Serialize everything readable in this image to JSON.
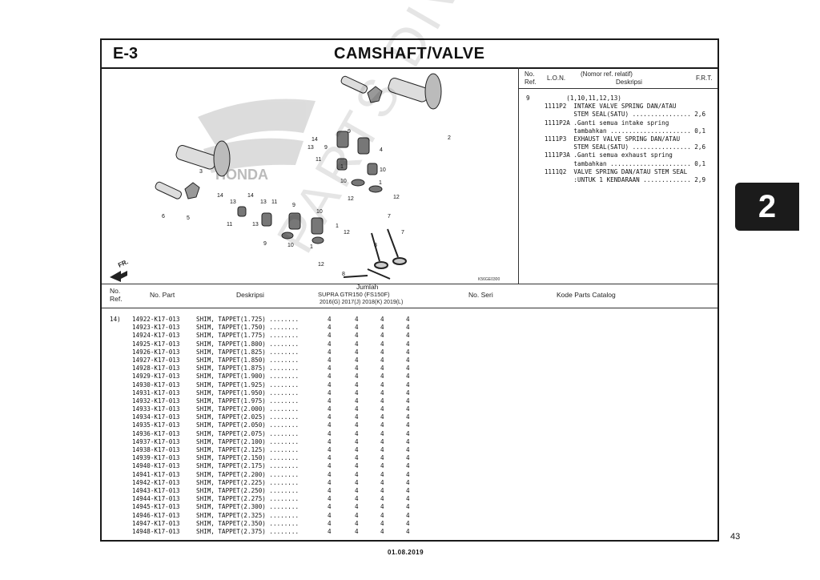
{
  "section": "E-3",
  "title": "CAMSHAFT/VALVE",
  "tab_number": "2",
  "page_number": "43",
  "footer_date": "01.08.2019",
  "watermark": "PARTS DIV.",
  "diagram": {
    "code": "K56GE0300",
    "arrow_label": "FR.",
    "brand": "HONDA",
    "callouts": [
      "14",
      "13",
      "11",
      "13",
      "14",
      "13",
      "11",
      "13",
      "9",
      "10",
      "1",
      "12",
      "12",
      "1",
      "10",
      "9",
      "8",
      "7",
      "7",
      "8",
      "6",
      "5",
      "3",
      "2",
      "4",
      "13",
      "14",
      "11",
      "13",
      "9",
      "10",
      "1",
      "12",
      "12",
      "1",
      "10",
      "9"
    ]
  },
  "ref_table": {
    "col_no": "No.",
    "col_ref": "Ref.",
    "col_lon": "L.O.N.",
    "col_nomor": "(Nomor ref. relatif)",
    "col_deskripsi": "Deskripsi",
    "col_frt": "F.R.T.",
    "lines": [
      "9          (1,10,11,12,13)",
      "     1111P2  INTAKE VALVE SPRING DAN/ATAU",
      "             STEM SEAL(SATU) ................ 2,6",
      "     1111P2A .Ganti semua intake spring",
      "             tambahkan ...................... 0,1",
      "     1111P3  EXHAUST VALVE SPRING DAN/ATAU",
      "             STEM SEAL(SATU) ................ 2,6",
      "     1111P3A .Ganti semua exhaust spring",
      "             tambahkan ...................... 0,1",
      "     1111Q2  VALVE SPRING DAN/ATAU STEM SEAL",
      "             :UNTUK 1 KENDARAAN ............. 2,9"
    ]
  },
  "parts_header": {
    "no": "No.",
    "ref": "Ref.",
    "no_part": "No. Part",
    "deskripsi": "Deskripsi",
    "jumlah": "Jumlah",
    "model": "SUPRA GTR150 (FS150F)",
    "years": "2016(G)  2017(J)  2018(K)  2019(L)",
    "no_seri": "No. Seri",
    "kode": "Kode Parts Catalog"
  },
  "parts": [
    {
      "ref": "14)",
      "part": "14922-K17-013",
      "desc": "SHIM, TAPPET(1.725) ........",
      "qty": [
        "4",
        "4",
        "4",
        "4"
      ]
    },
    {
      "ref": "",
      "part": "14923-K17-013",
      "desc": "SHIM, TAPPET(1.750) ........",
      "qty": [
        "4",
        "4",
        "4",
        "4"
      ]
    },
    {
      "ref": "",
      "part": "14924-K17-013",
      "desc": "SHIM, TAPPET(1.775) ........",
      "qty": [
        "4",
        "4",
        "4",
        "4"
      ]
    },
    {
      "ref": "",
      "part": "14925-K17-013",
      "desc": "SHIM, TAPPET(1.800) ........",
      "qty": [
        "4",
        "4",
        "4",
        "4"
      ]
    },
    {
      "ref": "",
      "part": "14926-K17-013",
      "desc": "SHIM, TAPPET(1.825) ........",
      "qty": [
        "4",
        "4",
        "4",
        "4"
      ]
    },
    {
      "ref": "",
      "part": "14927-K17-013",
      "desc": "SHIM, TAPPET(1.850) ........",
      "qty": [
        "4",
        "4",
        "4",
        "4"
      ]
    },
    {
      "ref": "",
      "part": "14928-K17-013",
      "desc": "SHIM, TAPPET(1.875) ........",
      "qty": [
        "4",
        "4",
        "4",
        "4"
      ]
    },
    {
      "ref": "",
      "part": "14929-K17-013",
      "desc": "SHIM, TAPPET(1.900) ........",
      "qty": [
        "4",
        "4",
        "4",
        "4"
      ]
    },
    {
      "ref": "",
      "part": "14930-K17-013",
      "desc": "SHIM, TAPPET(1.925) ........",
      "qty": [
        "4",
        "4",
        "4",
        "4"
      ]
    },
    {
      "ref": "",
      "part": "14931-K17-013",
      "desc": "SHIM, TAPPET(1.950) ........",
      "qty": [
        "4",
        "4",
        "4",
        "4"
      ]
    },
    {
      "ref": "",
      "part": "14932-K17-013",
      "desc": "SHIM, TAPPET(1.975) ........",
      "qty": [
        "4",
        "4",
        "4",
        "4"
      ]
    },
    {
      "ref": "",
      "part": "14933-K17-013",
      "desc": "SHIM, TAPPET(2.000) ........",
      "qty": [
        "4",
        "4",
        "4",
        "4"
      ]
    },
    {
      "ref": "",
      "part": "14934-K17-013",
      "desc": "SHIM, TAPPET(2.025) ........",
      "qty": [
        "4",
        "4",
        "4",
        "4"
      ]
    },
    {
      "ref": "",
      "part": "14935-K17-013",
      "desc": "SHIM, TAPPET(2.050) ........",
      "qty": [
        "4",
        "4",
        "4",
        "4"
      ]
    },
    {
      "ref": "",
      "part": "14936-K17-013",
      "desc": "SHIM, TAPPET(2.075) ........",
      "qty": [
        "4",
        "4",
        "4",
        "4"
      ]
    },
    {
      "ref": "",
      "part": "14937-K17-013",
      "desc": "SHIM, TAPPET(2.100) ........",
      "qty": [
        "4",
        "4",
        "4",
        "4"
      ]
    },
    {
      "ref": "",
      "part": "14938-K17-013",
      "desc": "SHIM, TAPPET(2.125) ........",
      "qty": [
        "4",
        "4",
        "4",
        "4"
      ]
    },
    {
      "ref": "",
      "part": "14939-K17-013",
      "desc": "SHIM, TAPPET(2.150) ........",
      "qty": [
        "4",
        "4",
        "4",
        "4"
      ]
    },
    {
      "ref": "",
      "part": "14940-K17-013",
      "desc": "SHIM, TAPPET(2.175) ........",
      "qty": [
        "4",
        "4",
        "4",
        "4"
      ]
    },
    {
      "ref": "",
      "part": "14941-K17-013",
      "desc": "SHIM, TAPPET(2.200) ........",
      "qty": [
        "4",
        "4",
        "4",
        "4"
      ]
    },
    {
      "ref": "",
      "part": "14942-K17-013",
      "desc": "SHIM, TAPPET(2.225) ........",
      "qty": [
        "4",
        "4",
        "4",
        "4"
      ]
    },
    {
      "ref": "",
      "part": "14943-K17-013",
      "desc": "SHIM, TAPPET(2.250) ........",
      "qty": [
        "4",
        "4",
        "4",
        "4"
      ]
    },
    {
      "ref": "",
      "part": "14944-K17-013",
      "desc": "SHIM, TAPPET(2.275) ........",
      "qty": [
        "4",
        "4",
        "4",
        "4"
      ]
    },
    {
      "ref": "",
      "part": "14945-K17-013",
      "desc": "SHIM, TAPPET(2.300) ........",
      "qty": [
        "4",
        "4",
        "4",
        "4"
      ]
    },
    {
      "ref": "",
      "part": "14946-K17-013",
      "desc": "SHIM, TAPPET(2.325) ........",
      "qty": [
        "4",
        "4",
        "4",
        "4"
      ]
    },
    {
      "ref": "",
      "part": "14947-K17-013",
      "desc": "SHIM, TAPPET(2.350) ........",
      "qty": [
        "4",
        "4",
        "4",
        "4"
      ]
    },
    {
      "ref": "",
      "part": "14948-K17-013",
      "desc": "SHIM, TAPPET(2.375) ........",
      "qty": [
        "4",
        "4",
        "4",
        "4"
      ]
    }
  ]
}
